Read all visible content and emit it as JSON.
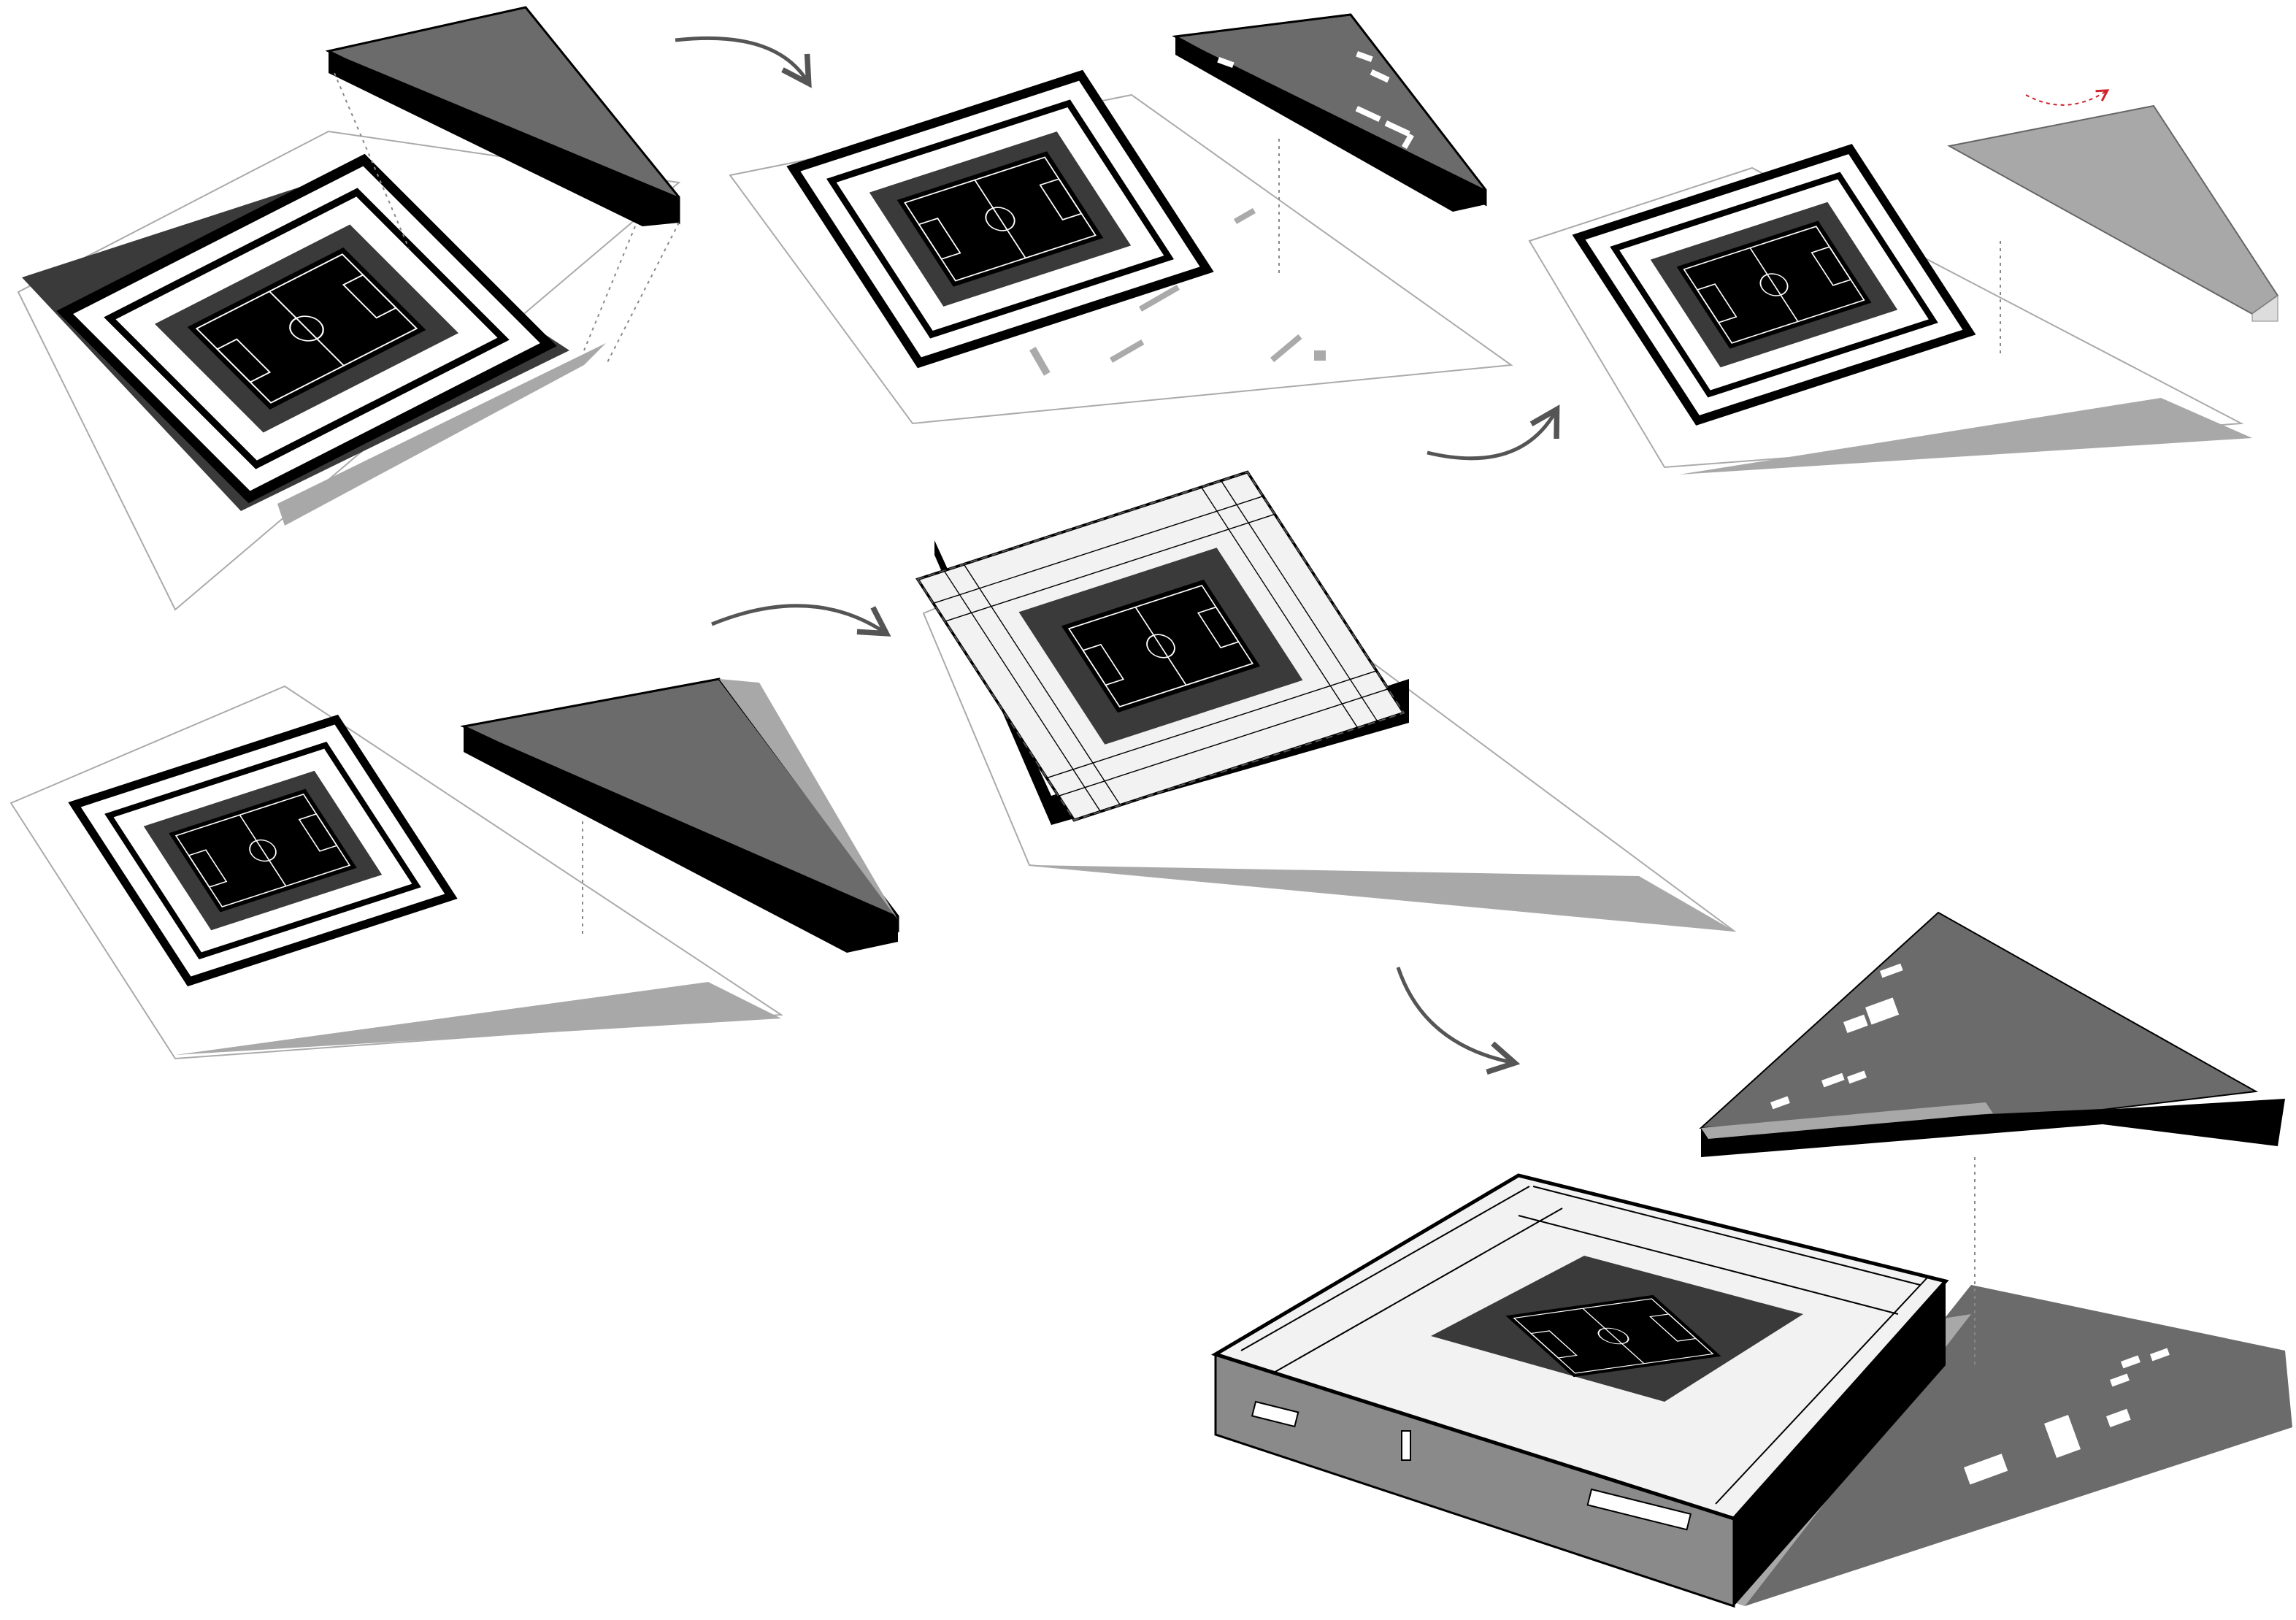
{
  "diagram": {
    "kind": "stadium-massing-sequence",
    "steps": [
      {
        "id": "step-1",
        "roof": "solid-wedge"
      },
      {
        "id": "step-2",
        "roof": "perforated-wedge"
      },
      {
        "id": "step-3",
        "roof": "translucent-wedge"
      },
      {
        "id": "step-4",
        "roof": "solid-wedge"
      },
      {
        "id": "step-5",
        "roof": "none-trusses-visible"
      },
      {
        "id": "step-6",
        "roof": "folded-perforated"
      }
    ],
    "arrows": [
      {
        "from": "step-1",
        "to": "step-2",
        "color": "#555555"
      },
      {
        "from": "step-2",
        "to": "step-3",
        "color": "#555555"
      },
      {
        "from": "step-4",
        "to": "step-5",
        "color": "#555555"
      },
      {
        "from": "step-5",
        "to": "step-6",
        "color": "#555555"
      }
    ],
    "rotation_hint": {
      "step": "step-3",
      "color": "#d0202a"
    }
  },
  "colors": {
    "background": "#ffffff",
    "ink": "#000000",
    "roof_dark": "#6b6b6b",
    "roof_light": "#a8a8a8",
    "shadow": "#a8a8a8",
    "shadow_dark": "#3a3a3a",
    "pitch": "#000000",
    "stand": "#ffffff"
  }
}
